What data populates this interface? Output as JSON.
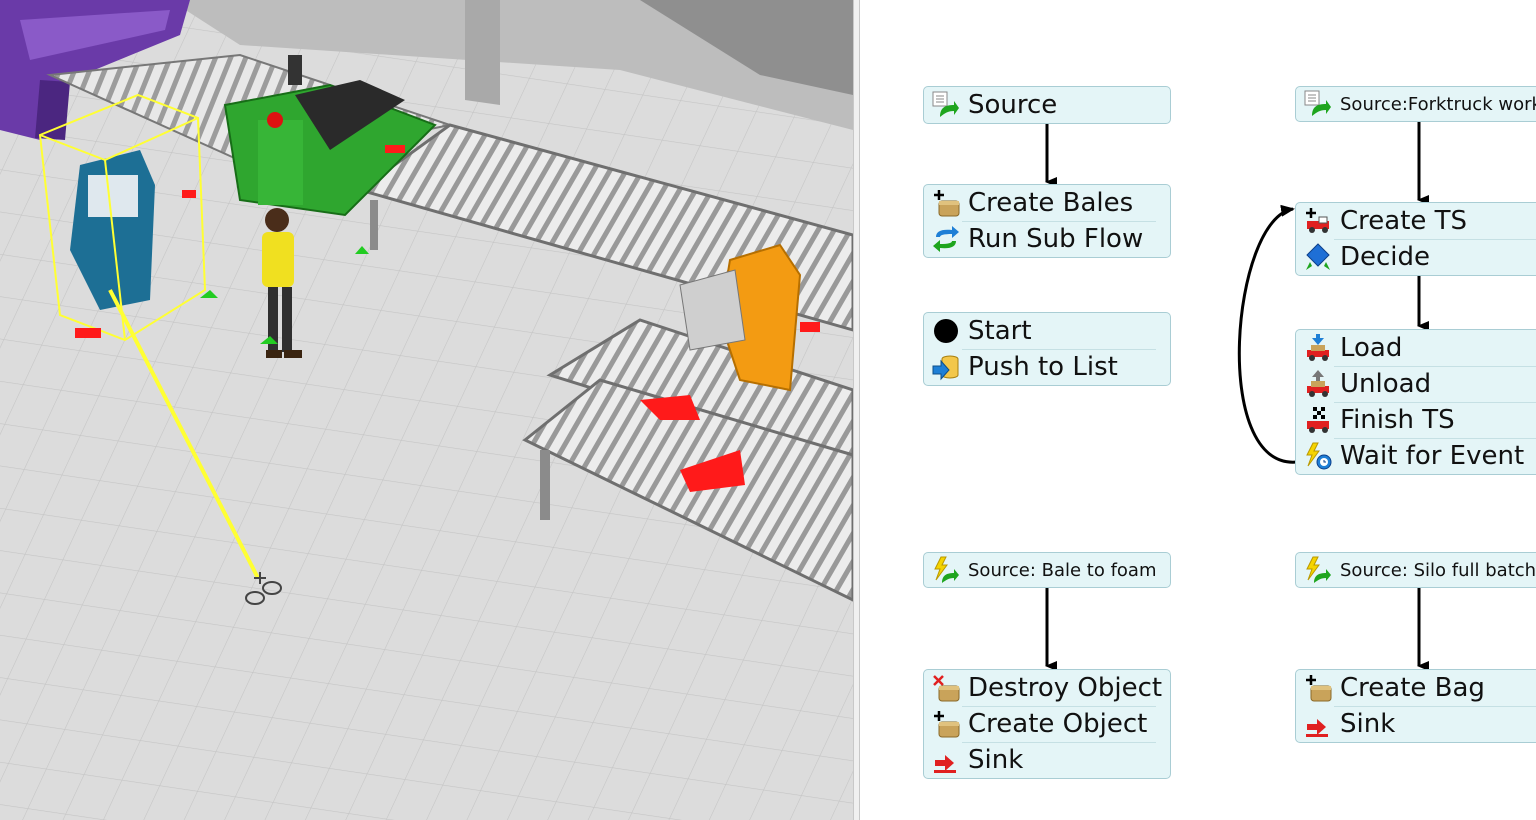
{
  "viewport": {
    "name": "3D model view",
    "colors": {
      "floor": "#dcdcdc",
      "grid": "#c4c4c4",
      "selection": "#ffff33",
      "markers": "#ff1a1a",
      "arrows": "#22cc22",
      "operator_shirt": "#f0e020",
      "robot": "#f39b12",
      "machine": "#2fa62f",
      "rack": "#6a3aa8"
    }
  },
  "process_flow": {
    "blocks": [
      {
        "id": "b1",
        "rows": [
          {
            "label": "Source",
            "icon": "source-icon"
          }
        ]
      },
      {
        "id": "b2",
        "rows": [
          {
            "label": "Create Bales",
            "icon": "create-object-icon"
          },
          {
            "label": "Run Sub Flow",
            "icon": "run-sub-flow-icon"
          }
        ]
      },
      {
        "id": "b3",
        "rows": [
          {
            "label": "Start",
            "icon": "start-icon"
          },
          {
            "label": "Push to List",
            "icon": "push-to-list-icon"
          }
        ]
      },
      {
        "id": "b4",
        "rows": [
          {
            "label": "Source: Bale to foam",
            "icon": "event-source-icon"
          }
        ]
      },
      {
        "id": "b5",
        "rows": [
          {
            "label": "Destroy Object",
            "icon": "destroy-object-icon"
          },
          {
            "label": "Create Object",
            "icon": "create-object-icon"
          },
          {
            "label": "Sink",
            "icon": "sink-icon"
          }
        ]
      },
      {
        "id": "b6",
        "rows": [
          {
            "label": "Source:Forktruck work",
            "icon": "source-icon"
          }
        ]
      },
      {
        "id": "b7",
        "rows": [
          {
            "label": "Create TS",
            "icon": "create-ts-icon"
          },
          {
            "label": "Decide",
            "icon": "decide-icon"
          }
        ]
      },
      {
        "id": "b8",
        "rows": [
          {
            "label": "Load",
            "icon": "load-icon"
          },
          {
            "label": "Unload",
            "icon": "unload-icon"
          },
          {
            "label": "Finish TS",
            "icon": "finish-ts-icon"
          },
          {
            "label": "Wait for Event",
            "icon": "wait-for-event-icon"
          }
        ]
      },
      {
        "id": "b9",
        "rows": [
          {
            "label": "Source: Silo full batch",
            "icon": "event-source-icon"
          }
        ]
      },
      {
        "id": "b10",
        "rows": [
          {
            "label": "Create Bag",
            "icon": "create-object-icon"
          },
          {
            "label": "Sink",
            "icon": "sink-icon"
          }
        ]
      }
    ],
    "colors": {
      "block_fill": "#e4f5f7",
      "block_border": "#a9cdd4",
      "connector": "#000000"
    }
  }
}
